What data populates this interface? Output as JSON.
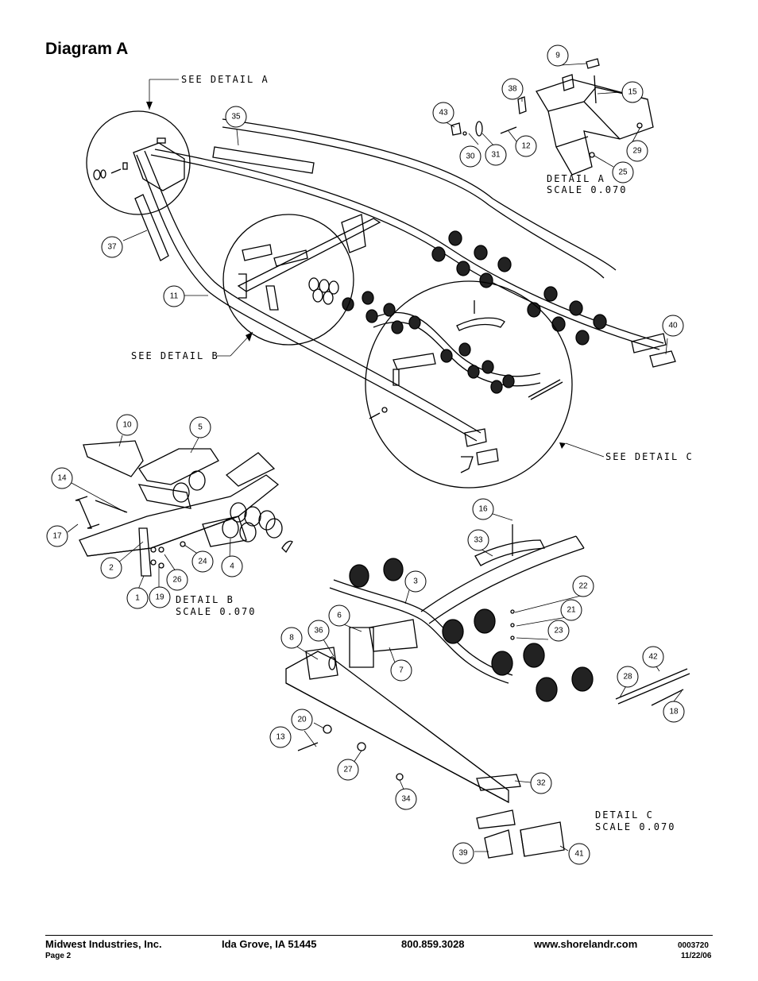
{
  "page": {
    "title": "Diagram A"
  },
  "detail_refs": {
    "a": "SEE DETAIL  A",
    "b": "SEE DETAIL  B",
    "c": "SEE DETAIL  C"
  },
  "detail_labels": {
    "a_title": "DETAIL  A",
    "a_scale": "SCALE  0.070",
    "b_title": "DETAIL  B",
    "b_scale": "SCALE  0.070",
    "c_title": "DETAIL  C",
    "c_scale": "SCALE  0.070"
  },
  "callouts": {
    "c1": "1",
    "c2": "2",
    "c3": "3",
    "c4": "4",
    "c5": "5",
    "c6": "6",
    "c7": "7",
    "c8": "8",
    "c9": "9",
    "c10": "10",
    "c11": "11",
    "c12": "12",
    "c13": "13",
    "c14": "14",
    "c15": "15",
    "c16": "16",
    "c17": "17",
    "c18": "18",
    "c19": "19",
    "c20": "20",
    "c21": "21",
    "c22": "22",
    "c23": "23",
    "c24": "24",
    "c25": "25",
    "c26": "26",
    "c27": "27",
    "c28": "28",
    "c29": "29",
    "c30": "30",
    "c31": "31",
    "c32": "32",
    "c33": "33",
    "c34": "34",
    "c35": "35",
    "c36": "36",
    "c37": "37",
    "c38": "38",
    "c39": "39",
    "c40": "40",
    "c41": "41",
    "c42": "42",
    "c43": "43"
  },
  "footer": {
    "company": "Midwest Industries, Inc.",
    "page": "Page 2",
    "location": "Ida Grove, IA  51445",
    "phone": "800.859.3028",
    "website": "www.shorelandr.com",
    "doc_number": "0003720",
    "date": "11/22/06"
  }
}
